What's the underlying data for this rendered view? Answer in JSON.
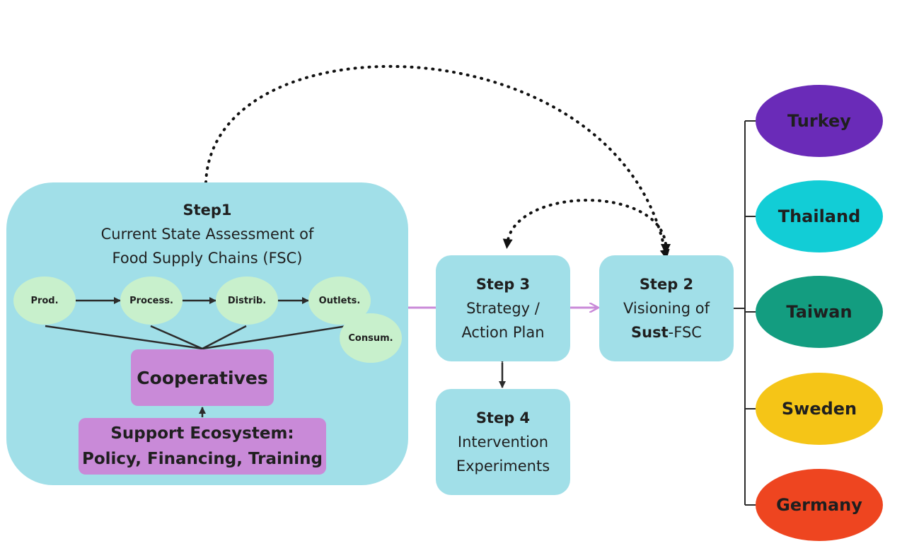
{
  "step1": {
    "title": "Step1",
    "line1": "Current State Assessment of",
    "line2": "Food Supply Chains (FSC)"
  },
  "chain": {
    "prod": "Prod.",
    "process": "Process.",
    "distrib": "Distrib.",
    "outlets": "Outlets.",
    "consum": "Consum."
  },
  "cooperatives": "Cooperatives",
  "support": {
    "line1": "Support Ecosystem:",
    "line2": "Policy, Financing, Training"
  },
  "step3": {
    "title": "Step 3",
    "line1": "Strategy /",
    "line2": "Action Plan"
  },
  "step2": {
    "title": "Step 2",
    "line1": "Visioning of",
    "line2_bold": "Sust",
    "line2_rest": "-FSC"
  },
  "step4": {
    "title": "Step 4",
    "line1": "Intervention",
    "line2": "Experiments"
  },
  "countries": [
    {
      "name": "Turkey",
      "color": "#6a2bb8"
    },
    {
      "name": "Thailand",
      "color": "#12cdd6"
    },
    {
      "name": "Taiwan",
      "color": "#139d80"
    },
    {
      "name": "Sweden",
      "color": "#f5c517"
    },
    {
      "name": "Germany",
      "color": "#ee4520"
    }
  ],
  "colors": {
    "box": "#a1dfe8",
    "node": "#c8f0cc",
    "purple": "#c98ad8",
    "flow_arrow": "#c98ad8"
  }
}
